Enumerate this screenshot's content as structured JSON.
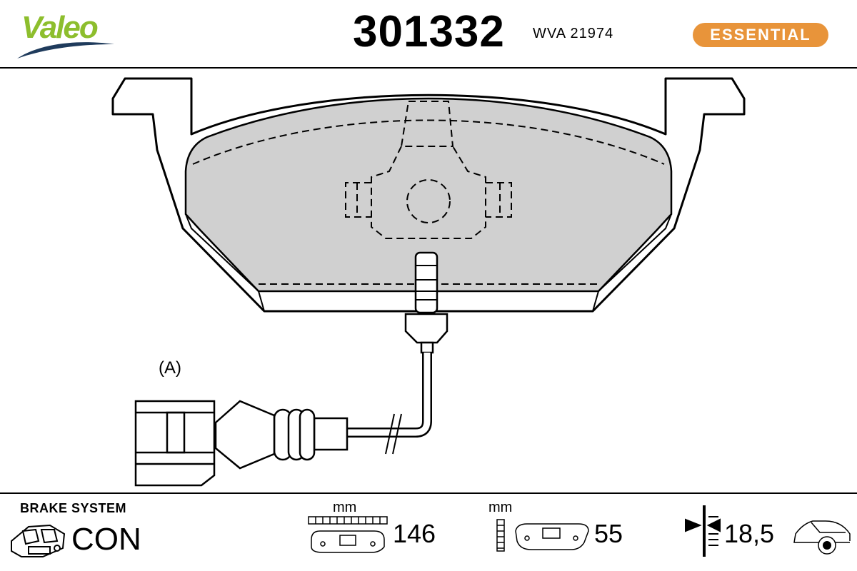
{
  "header": {
    "brand": "Valeo",
    "part_number": "301332",
    "wva": "WVA 21974",
    "badge": "ESSENTIAL",
    "badge_color": "#E8943A",
    "logo_color": "#8DBE2D",
    "swoosh_color": "#1F3B5C"
  },
  "drawing": {
    "connector_label": "(A)",
    "pad_fill": "#D0D0D0",
    "line_color": "#000000"
  },
  "footer": {
    "brake_system_label": "BRAKE SYSTEM",
    "brake_system_value": "CON",
    "width_unit": "mm",
    "width_value": "146",
    "height_unit": "mm",
    "height_value": "55",
    "thickness_value": "18,5"
  }
}
